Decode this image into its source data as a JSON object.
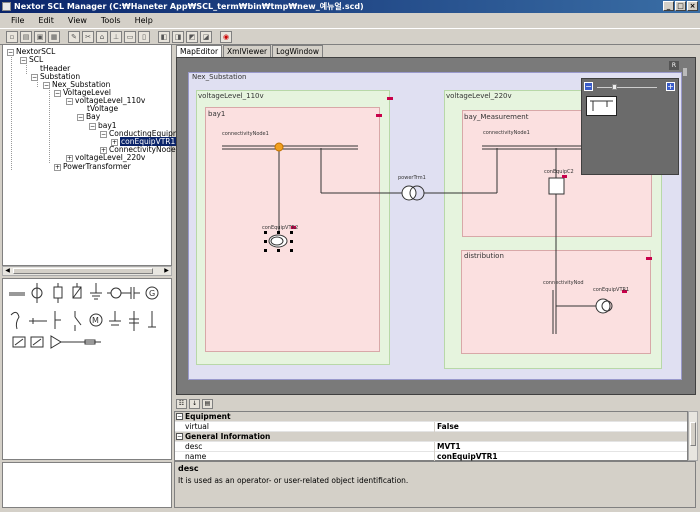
{
  "window": {
    "title": "Nextor SCL Manager (C:₩Haneter App₩SCL_term₩bin₩tmp₩new_예뉴얼.scd)",
    "min": "_",
    "max": "□",
    "close": "×"
  },
  "menu": [
    "File",
    "Edit",
    "View",
    "Tools",
    "Help"
  ],
  "tree": [
    {
      "label": "NextorSCL",
      "toggle": "−"
    },
    {
      "label": "SCL",
      "toggle": "−"
    },
    {
      "label": "tHeader",
      "toggle": ""
    },
    {
      "label": "Substation",
      "toggle": "−"
    },
    {
      "label": "Nex_Substation",
      "toggle": "−"
    },
    {
      "label": "VoltageLevel",
      "toggle": "−"
    },
    {
      "label": "voltageLevel_110v",
      "toggle": "−"
    },
    {
      "label": "tVoltage",
      "toggle": ""
    },
    {
      "label": "Bay",
      "toggle": "−"
    },
    {
      "label": "bay1",
      "toggle": "−"
    },
    {
      "label": "ConductingEquipm",
      "toggle": "−"
    },
    {
      "label": "conEquipVTR1",
      "toggle": "+"
    },
    {
      "label": "ConnectivityNode",
      "toggle": "+"
    },
    {
      "label": "voltageLevel_220v",
      "toggle": "+"
    },
    {
      "label": "PowerTransformer",
      "toggle": "+"
    }
  ],
  "tabs": [
    "MapEditor",
    "XmlViewer",
    "LogWindow"
  ],
  "map": {
    "substation": "Nex_Substation",
    "vl110": "voltageLevel_110v",
    "vl220": "voltageLevel_220v",
    "bay1": "bay1",
    "bay_measurement": "bay_Measurement",
    "distribution": "distribution",
    "node1": "connectivityNode1",
    "node2": "connectivityNode1",
    "node3": "connectivityNod",
    "powerTr": "powerTrm1",
    "eqVTR": "conEquipVTR2",
    "eqC2": "conEquipC2",
    "eqVTR1": "conEquipVTR1",
    "zoom_minus": "−",
    "zoom_plus": "+",
    "pin": "R"
  },
  "properties": [
    {
      "type": "cat",
      "label": "Equipment"
    },
    {
      "type": "row",
      "name": "virtual",
      "value": "False"
    },
    {
      "type": "cat",
      "label": "General Information"
    },
    {
      "type": "row",
      "name": "desc",
      "value": "MVT1"
    },
    {
      "type": "row",
      "name": "name",
      "value": "conEquipVTR1"
    }
  ],
  "description": {
    "title": "desc",
    "text": "It is used as an operator- or user-related object identification."
  },
  "colors": {
    "titlebar": "#0a246a",
    "selection": "#0a246a",
    "voltage_level_bg": "#e6f4de",
    "bay_bg": "#fbe0e0",
    "marker": "#c8004a",
    "node_highlight": "#f0a020"
  }
}
